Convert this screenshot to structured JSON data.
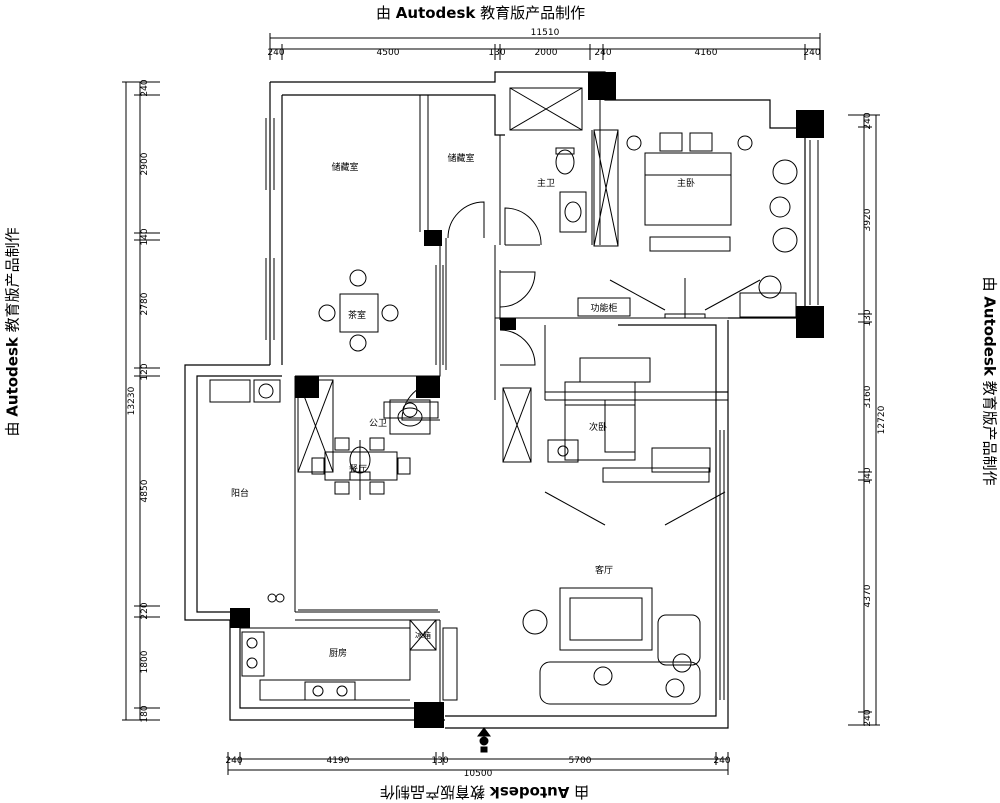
{
  "watermark": {
    "prefix": "由",
    "brand": "Autodesk",
    "suffix": "教育版产品制作"
  },
  "dimensions": {
    "top_total": "11510",
    "top_segments": [
      "240",
      "4500",
      "130",
      "2000",
      "240",
      "4160",
      "240"
    ],
    "bottom_total": "10500",
    "bottom_segments": [
      "240",
      "4190",
      "130",
      "5700",
      "240"
    ],
    "left_total": "13230",
    "left_segments": [
      "240",
      "2900",
      "140",
      "2780",
      "120",
      "4850",
      "220",
      "1800",
      "180"
    ],
    "right_total": "12720",
    "right_segments": [
      "240",
      "3920",
      "130",
      "3160",
      "140",
      "4370",
      "240"
    ]
  },
  "rooms": {
    "storage_room": "储藏室",
    "cloak_room": "储藏室",
    "tea_room": "茶室",
    "master_bath": "主卫",
    "master_bedroom": "主卧",
    "function_cabinet": "功能柜",
    "public_bath": "公卫",
    "second_bedroom": "次卧",
    "balcony": "阳台",
    "dining_room": "餐厅",
    "living_room": "客厅",
    "kitchen": "厨房",
    "fridge": "冰箱"
  }
}
